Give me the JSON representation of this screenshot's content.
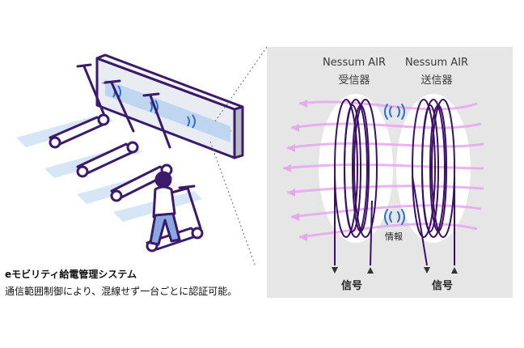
{
  "scene": {
    "caption_title": "eモビリティ給電管理システム",
    "caption_sub": "通信範囲制御により、混線せず一台ごとに認証可能。"
  },
  "panel": {
    "receiver_name": "Nessum AIR",
    "receiver_role": "受信器",
    "transmitter_name": "Nessum AIR",
    "transmitter_role": "送信器",
    "info_label": "情報",
    "signal_label_left": "信号",
    "signal_label_right": "信号"
  },
  "colors": {
    "outline": "#3b1a6b",
    "coil": "#3a1066",
    "signal_blue": "#2a6fd6",
    "beam": "#cfe0f5",
    "field_pink": "#e8a6f0",
    "panel_bg": "#e6e6e6"
  }
}
